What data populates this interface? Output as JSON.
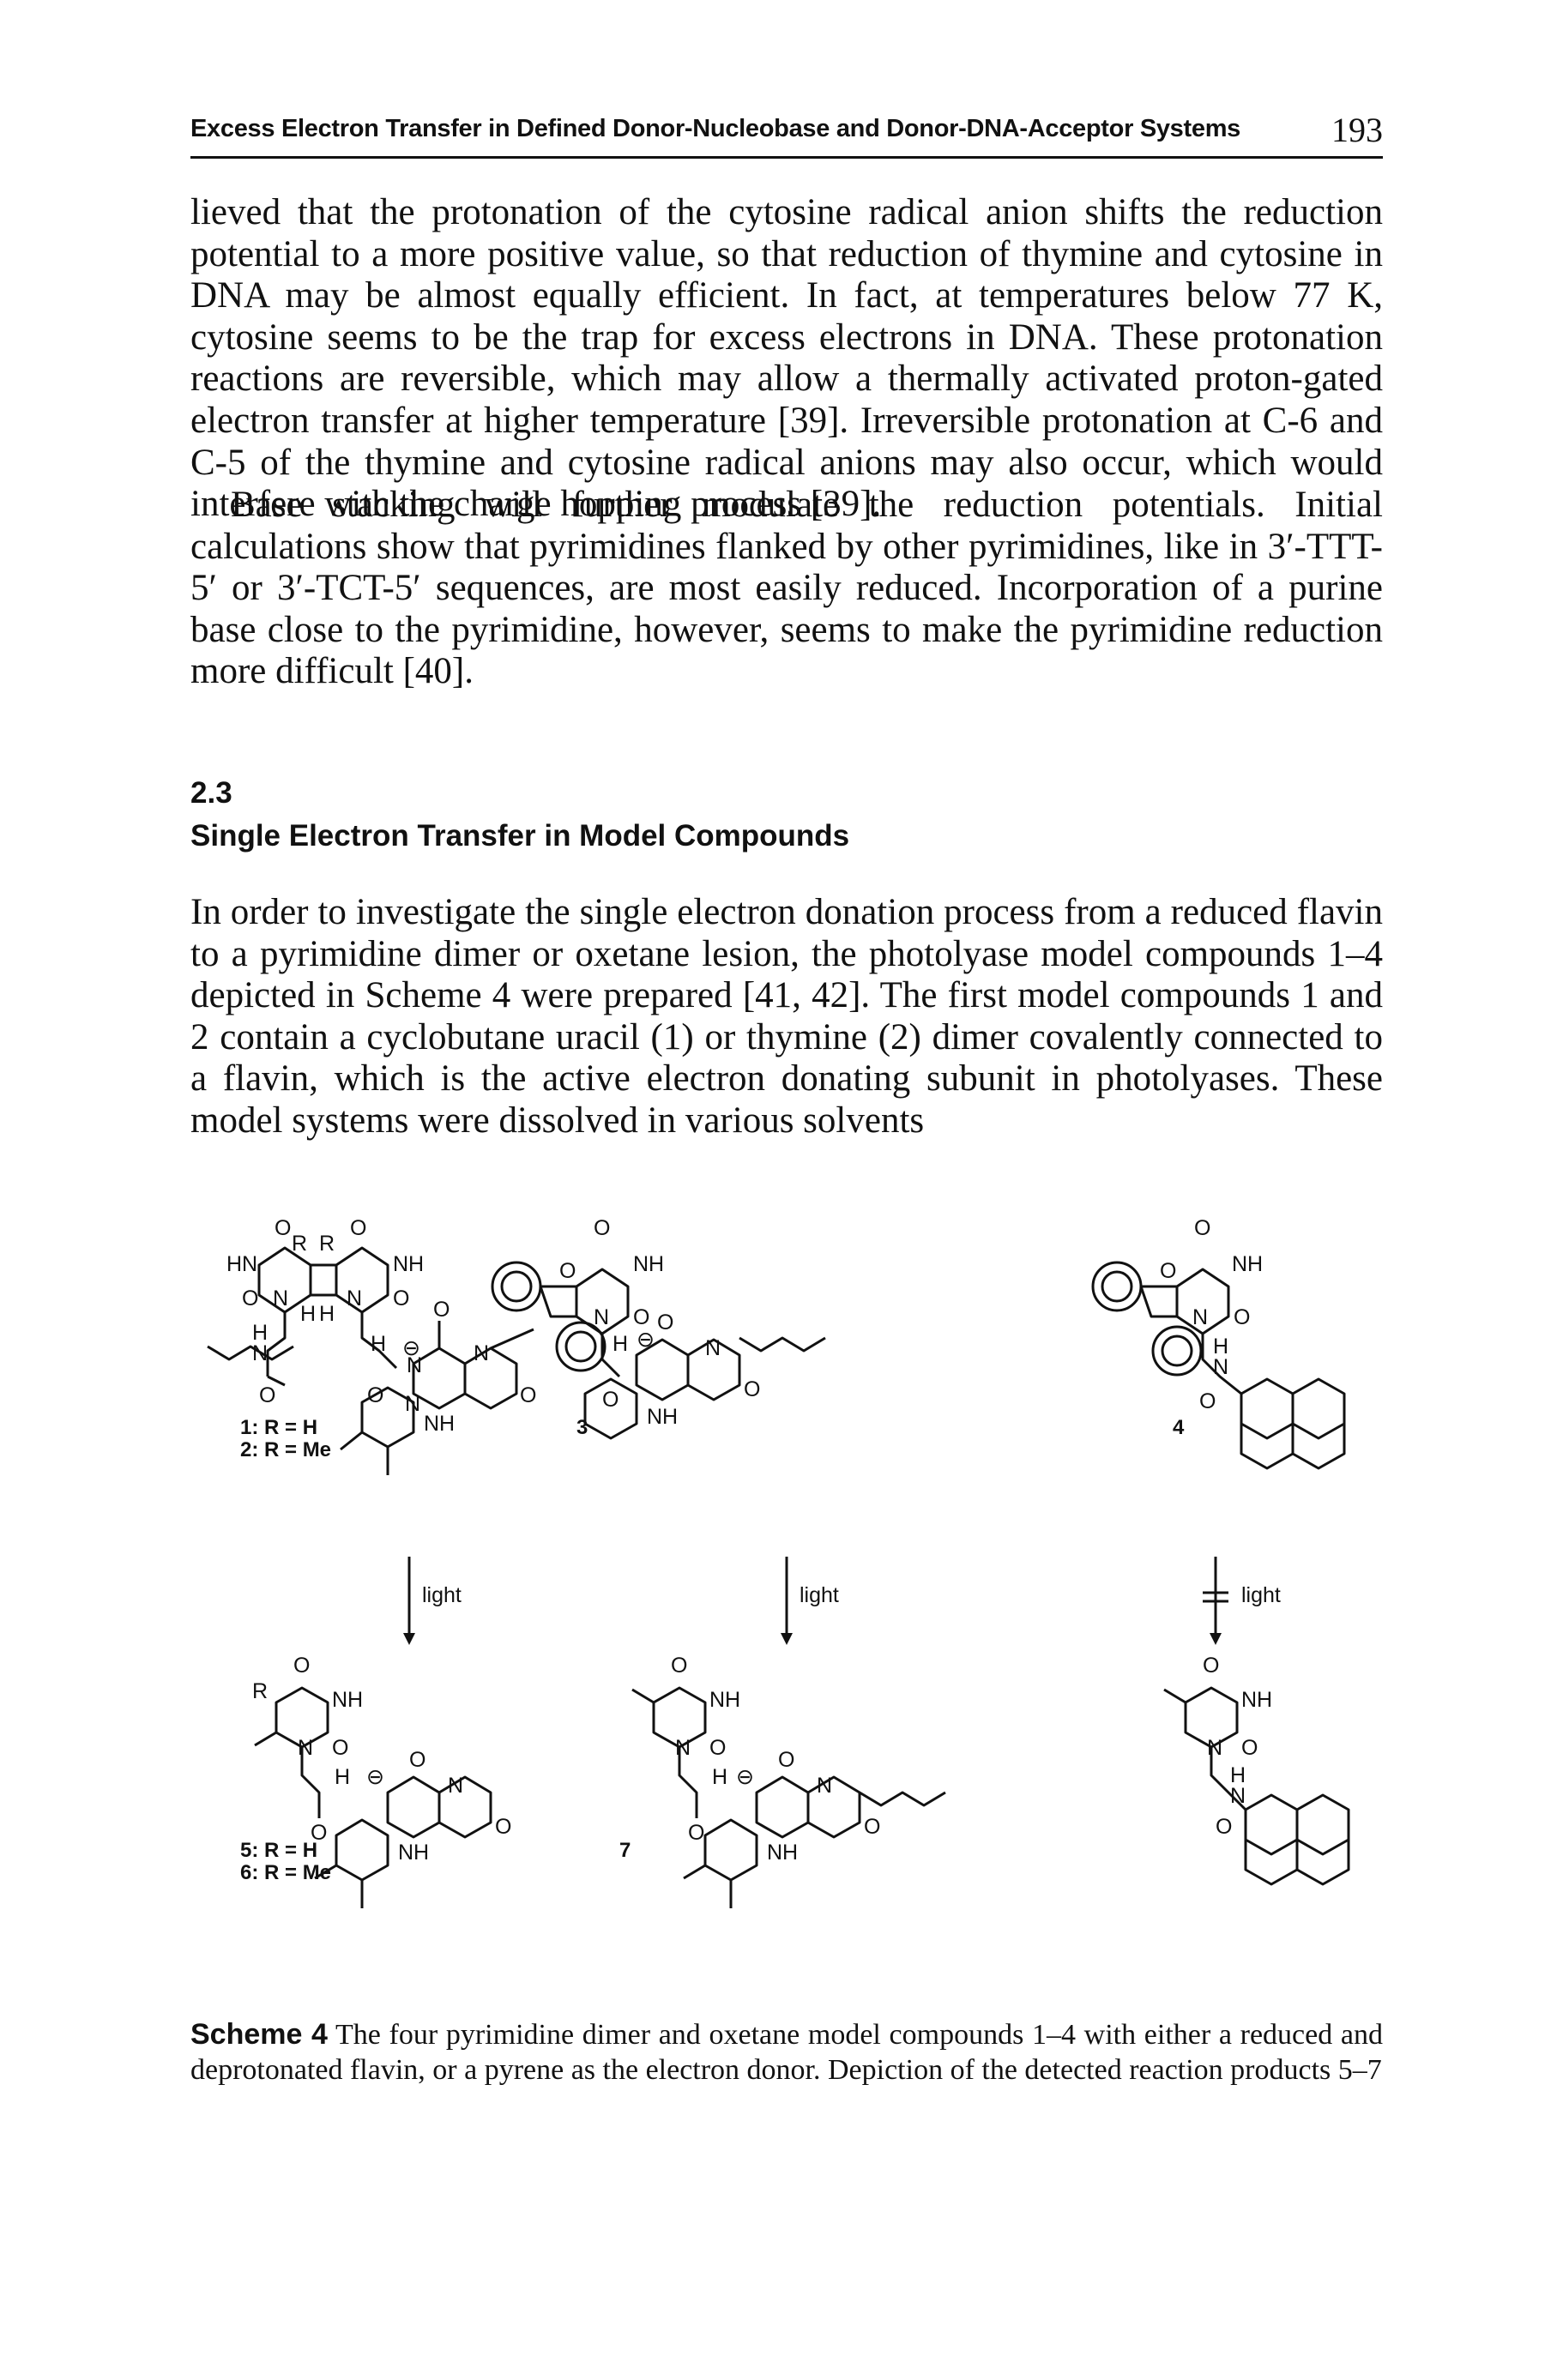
{
  "header": {
    "running_title": "Excess Electron Transfer in Defined Donor-Nucleobase and Donor-DNA-Acceptor Systems",
    "page_number": "193"
  },
  "paragraphs": [
    "lieved that the protonation of the cytosine radical anion shifts the reduction potential to a more positive value, so that reduction of thymine and cytosine in DNA may be almost equally efficient. In fact, at temperatures below 77 K, cytosine seems to be the trap for excess electrons in DNA. These protonation reactions are reversible, which may allow a thermally activated proton-gated electron transfer at higher temperature [39]. Irreversible protonation at C-6 and C-5 of the thymine and cytosine radical anions may also occur, which would interfere with the charge hopping process [39].",
    "Base stacking will further modulate the reduction potentials. Initial calculations show that pyrimidines flanked by other pyrimidines, like in 3′-TTT-5′ or 3′-TCT-5′ sequences, are most easily reduced. Incorporation of a purine base close to the pyrimidine, however, seems to make the pyrimidine reduction more difficult [40].",
    "In order to investigate the single electron donation process from a reduced flavin to a pyrimidine dimer or oxetane lesion, the photolyase model compounds 1–4 depicted in Scheme 4 were prepared [41, 42]. The first model compounds 1 and 2 contain a cyclobutane uracil (1) or thymine (2) dimer covalently connected to a flavin, which is the active electron donating subunit in photolyases. These model systems were dissolved in various solvents"
  ],
  "section": {
    "number": "2.3",
    "title": "Single Electron Transfer in Model Compounds"
  },
  "scheme": {
    "compound_labels": {
      "c1": "1: R = H",
      "c2": "2: R = Me",
      "c3": "3",
      "c4": "4",
      "c5": "5: R = H",
      "c6": "6: R = Me",
      "c7": "7"
    },
    "arrow_labels": [
      "light",
      "light",
      "light"
    ],
    "atom_labels": {
      "O": "O",
      "N": "N",
      "NH": "NH",
      "HN": "HN",
      "H": "H",
      "R": "R",
      "minus": "⊖"
    }
  },
  "caption": {
    "label": "Scheme 4",
    "text": "The four pyrimidine dimer and oxetane model compounds 1–4 with either a reduced and deprotonated flavin, or a pyrene as the electron donor. Depiction of the detected reaction products 5–7"
  }
}
